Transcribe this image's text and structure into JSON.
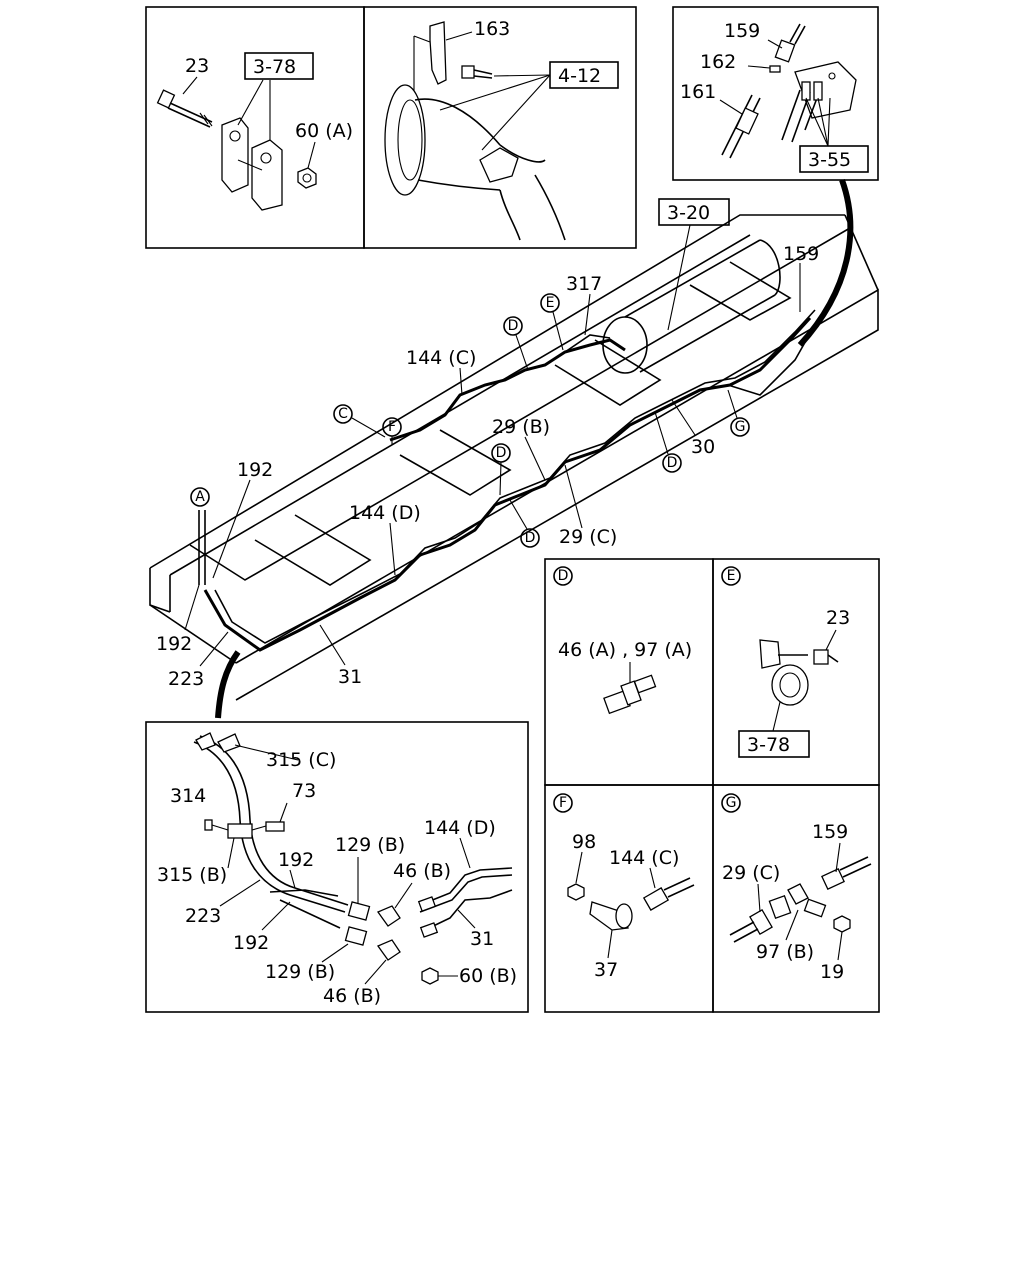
{
  "panels": {
    "top_left": {
      "labels": [
        "23",
        "60 (A)"
      ],
      "ref_box": "3-78"
    },
    "top_center": {
      "labels": [
        "163"
      ],
      "ref_box": "4-12"
    },
    "top_right": {
      "labels": [
        "159",
        "162",
        "161"
      ],
      "ref_box": "3-55"
    },
    "main": {
      "labels": [
        "317",
        "159",
        "144 (C)",
        "29 (B)",
        "30",
        "192",
        "144 (D)",
        "29 (C)",
        "192",
        "223",
        "31"
      ],
      "ref_box": "3-20",
      "circle_markers": [
        "A",
        "C",
        "F",
        "D",
        "E",
        "D",
        "D",
        "D",
        "G"
      ]
    },
    "detail_bottom_left": {
      "labels": [
        "315 (C)",
        "314",
        "73",
        "315 (B)",
        "192",
        "129 (B)",
        "144 (D)",
        "46 (B)",
        "223",
        "192",
        "31",
        "129 (B)",
        "60 (B)",
        "46 (B)"
      ]
    },
    "detail_D": {
      "marker": "D",
      "labels": [
        "46 (A) , 97 (A)"
      ]
    },
    "detail_E": {
      "marker": "E",
      "labels": [
        "23"
      ],
      "ref_box": "3-78"
    },
    "detail_F": {
      "marker": "F",
      "labels": [
        "98",
        "144 (C)",
        "37"
      ]
    },
    "detail_G": {
      "marker": "G",
      "labels": [
        "159",
        "29 (C)",
        "97 (B)",
        "19"
      ]
    }
  }
}
